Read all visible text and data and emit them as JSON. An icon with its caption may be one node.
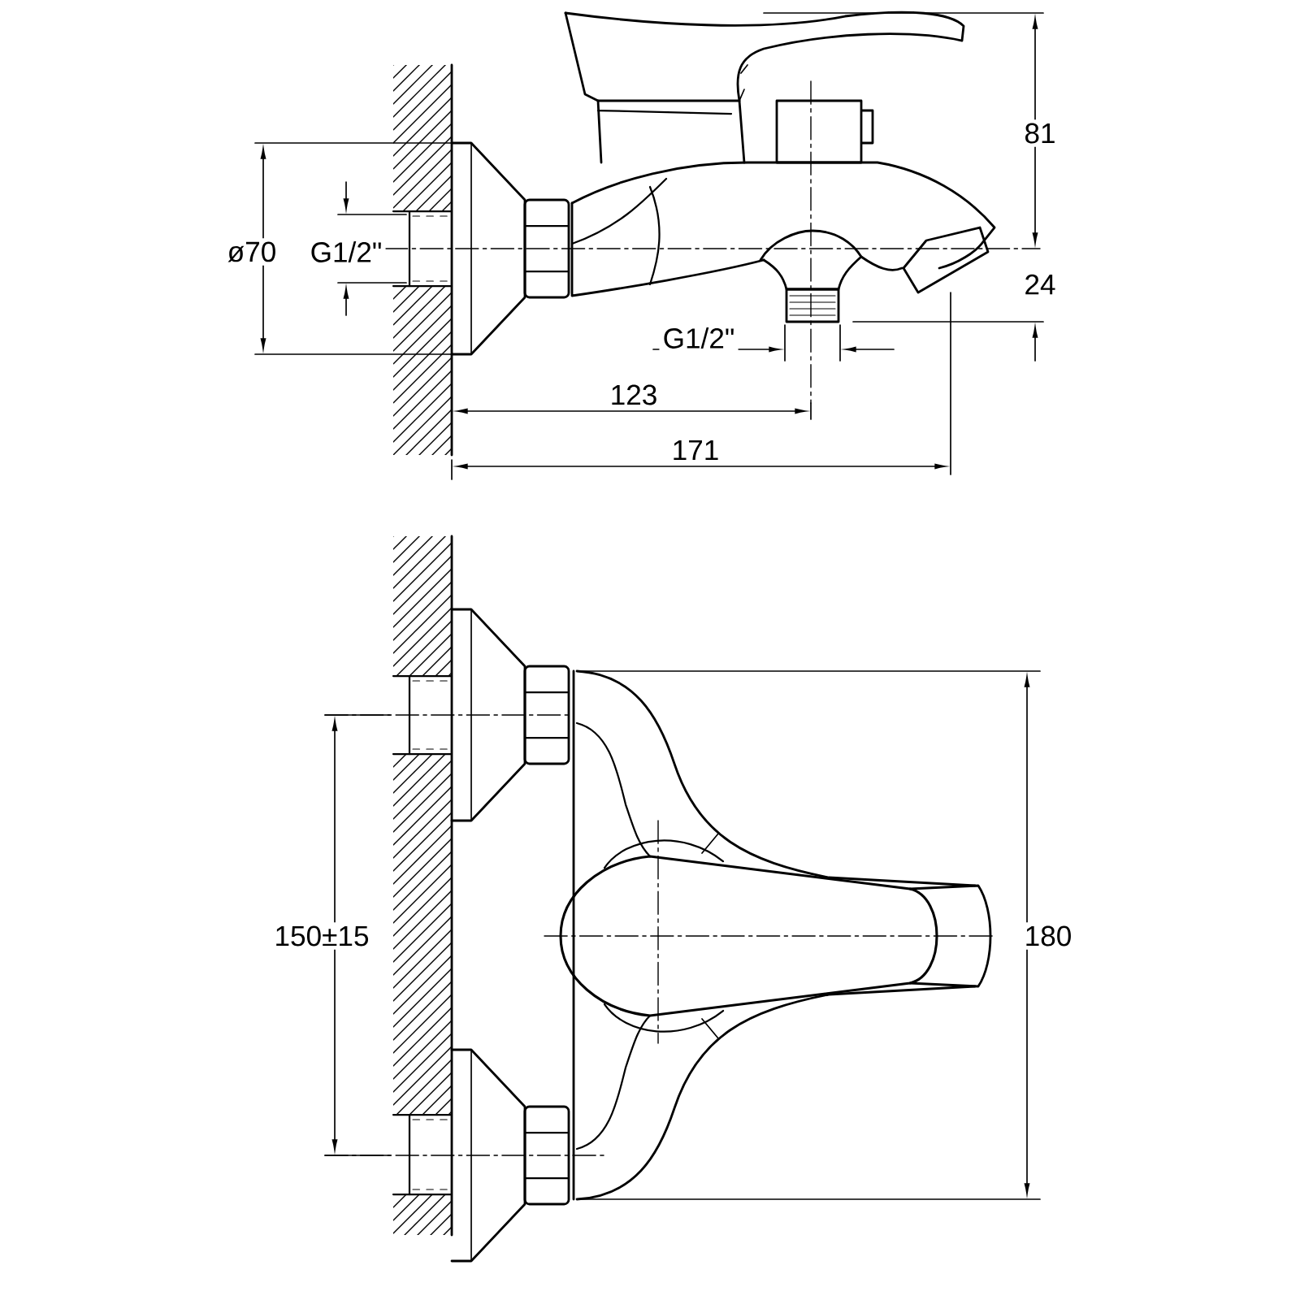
{
  "diagram": {
    "labels": [
      "81",
      "ø70",
      "G1/2\"",
      "24",
      "G1/2\"",
      "123",
      "171",
      "150±15",
      "180"
    ]
  }
}
